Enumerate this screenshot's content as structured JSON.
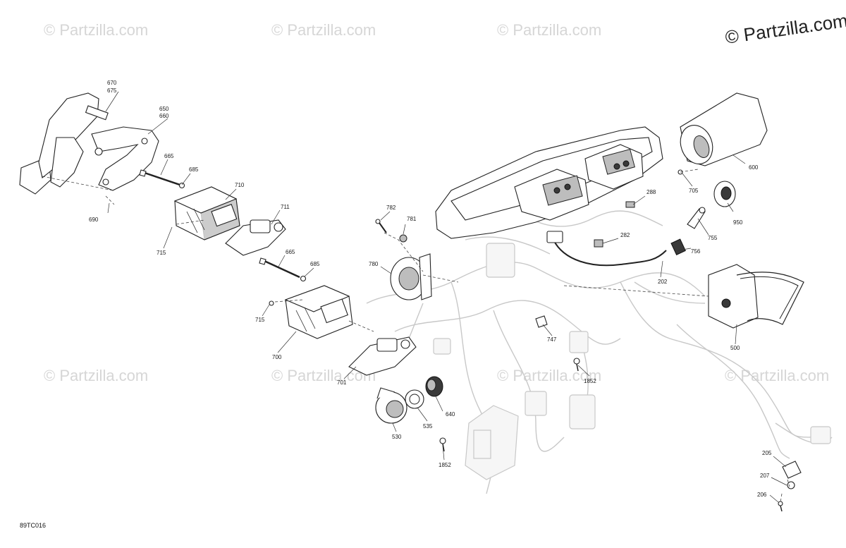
{
  "diagram": {
    "watermark_text": "© Partzilla.com",
    "brand_text": "© Partzilla.com",
    "code": "89TC016",
    "callouts": [
      {
        "id": "c670",
        "text": "670"
      },
      {
        "id": "c675",
        "text": "675"
      },
      {
        "id": "c650",
        "text": "650"
      },
      {
        "id": "c660",
        "text": "660"
      },
      {
        "id": "c665a",
        "text": "665"
      },
      {
        "id": "c685a",
        "text": "685"
      },
      {
        "id": "c710",
        "text": "710"
      },
      {
        "id": "c711",
        "text": "711"
      },
      {
        "id": "c690",
        "text": "690"
      },
      {
        "id": "c715a",
        "text": "715"
      },
      {
        "id": "c665b",
        "text": "665"
      },
      {
        "id": "c685b",
        "text": "685"
      },
      {
        "id": "c715b",
        "text": "715"
      },
      {
        "id": "c700",
        "text": "700"
      },
      {
        "id": "c701",
        "text": "701"
      },
      {
        "id": "c782",
        "text": "782"
      },
      {
        "id": "c781",
        "text": "781"
      },
      {
        "id": "c780",
        "text": "780"
      },
      {
        "id": "c640",
        "text": "640"
      },
      {
        "id": "c535",
        "text": "535"
      },
      {
        "id": "c530",
        "text": "530"
      },
      {
        "id": "c1852a",
        "text": "1852"
      },
      {
        "id": "c1852b",
        "text": "1852"
      },
      {
        "id": "c747",
        "text": "747"
      },
      {
        "id": "c600",
        "text": "600"
      },
      {
        "id": "c705",
        "text": "705"
      },
      {
        "id": "c288",
        "text": "288"
      },
      {
        "id": "c282",
        "text": "282"
      },
      {
        "id": "c950",
        "text": "950"
      },
      {
        "id": "c755",
        "text": "755"
      },
      {
        "id": "c756",
        "text": "756"
      },
      {
        "id": "c202",
        "text": "202"
      },
      {
        "id": "c500",
        "text": "500"
      },
      {
        "id": "c205",
        "text": "205"
      },
      {
        "id": "c207",
        "text": "207"
      },
      {
        "id": "c206",
        "text": "206"
      }
    ]
  }
}
